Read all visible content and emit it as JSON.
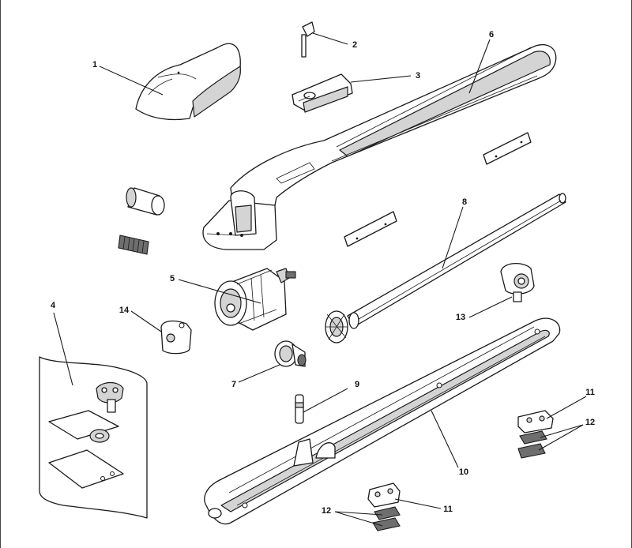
{
  "callouts": {
    "c1": "1",
    "c2": "2",
    "c3": "3",
    "c4": "4",
    "c5": "5",
    "c6": "6",
    "c7": "7",
    "c8": "8",
    "c9": "9",
    "c10": "10",
    "c11a": "11",
    "c11b": "11",
    "c12a": "12",
    "c12b": "12",
    "c13": "13",
    "c14": "14"
  }
}
